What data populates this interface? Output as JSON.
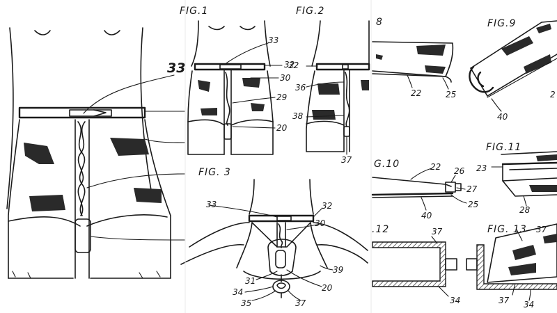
{
  "panels": {
    "left": {
      "labels": [
        "33"
      ]
    },
    "fig1": {
      "title": "FIG.1",
      "labels": [
        "33",
        "32",
        "30",
        "29",
        "20"
      ]
    },
    "fig2": {
      "title": "FIG.2",
      "labels": [
        "32",
        "36",
        "38",
        "37"
      ]
    },
    "fig3": {
      "title": "FIG. 3",
      "labels": [
        "33",
        "32",
        "30",
        "39",
        "31",
        "20",
        "34",
        "35",
        "37"
      ]
    },
    "fig8": {
      "title": "8",
      "labels": [
        "22",
        "25"
      ]
    },
    "fig9": {
      "title": "FIG.9",
      "labels": [
        "40",
        "2"
      ]
    },
    "fig10": {
      "title": "G.10",
      "labels": [
        "22",
        "26",
        "27",
        "25",
        "40"
      ]
    },
    "fig11": {
      "title": "FIG.11",
      "labels": [
        "23",
        "28"
      ]
    },
    "fig12": {
      "title": ".12",
      "labels": [
        "37",
        "34"
      ]
    },
    "fig13": {
      "title": "FIG. 13",
      "labels": [
        "37",
        "37",
        "34"
      ]
    }
  },
  "colors": {
    "ink": "#1a1a1a",
    "paper": "#ffffff"
  }
}
